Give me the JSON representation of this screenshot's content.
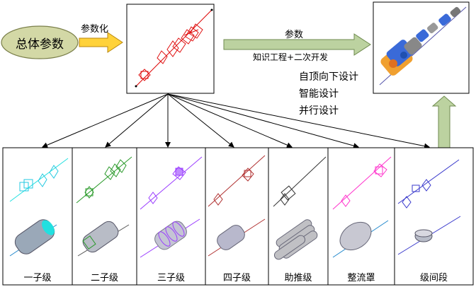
{
  "overall_params": "总体参数",
  "arrow1_label": "参数化",
  "arrow2_top_label": "参数",
  "arrow2_bottom_label": "知识工程+二次开发",
  "methods": [
    "自顶向下设计",
    "智能设计",
    "并行设计"
  ],
  "stages": [
    "一子级",
    "二子级",
    "三子级",
    "四子级",
    "助推级",
    "整流罩",
    "级间段"
  ],
  "colors": {
    "ellipse_fill": "#d3d8a6",
    "yellow_arrow": "#ffd23a",
    "green_arrow": "#bcd2a0",
    "green_arrow_stroke": "#6f8b4f",
    "stage_colors": [
      "#22e0e0",
      "#2a9a2a",
      "#9a3cff",
      "#b03030",
      "#333333",
      "#ff33cc",
      "#3a3acc"
    ]
  }
}
